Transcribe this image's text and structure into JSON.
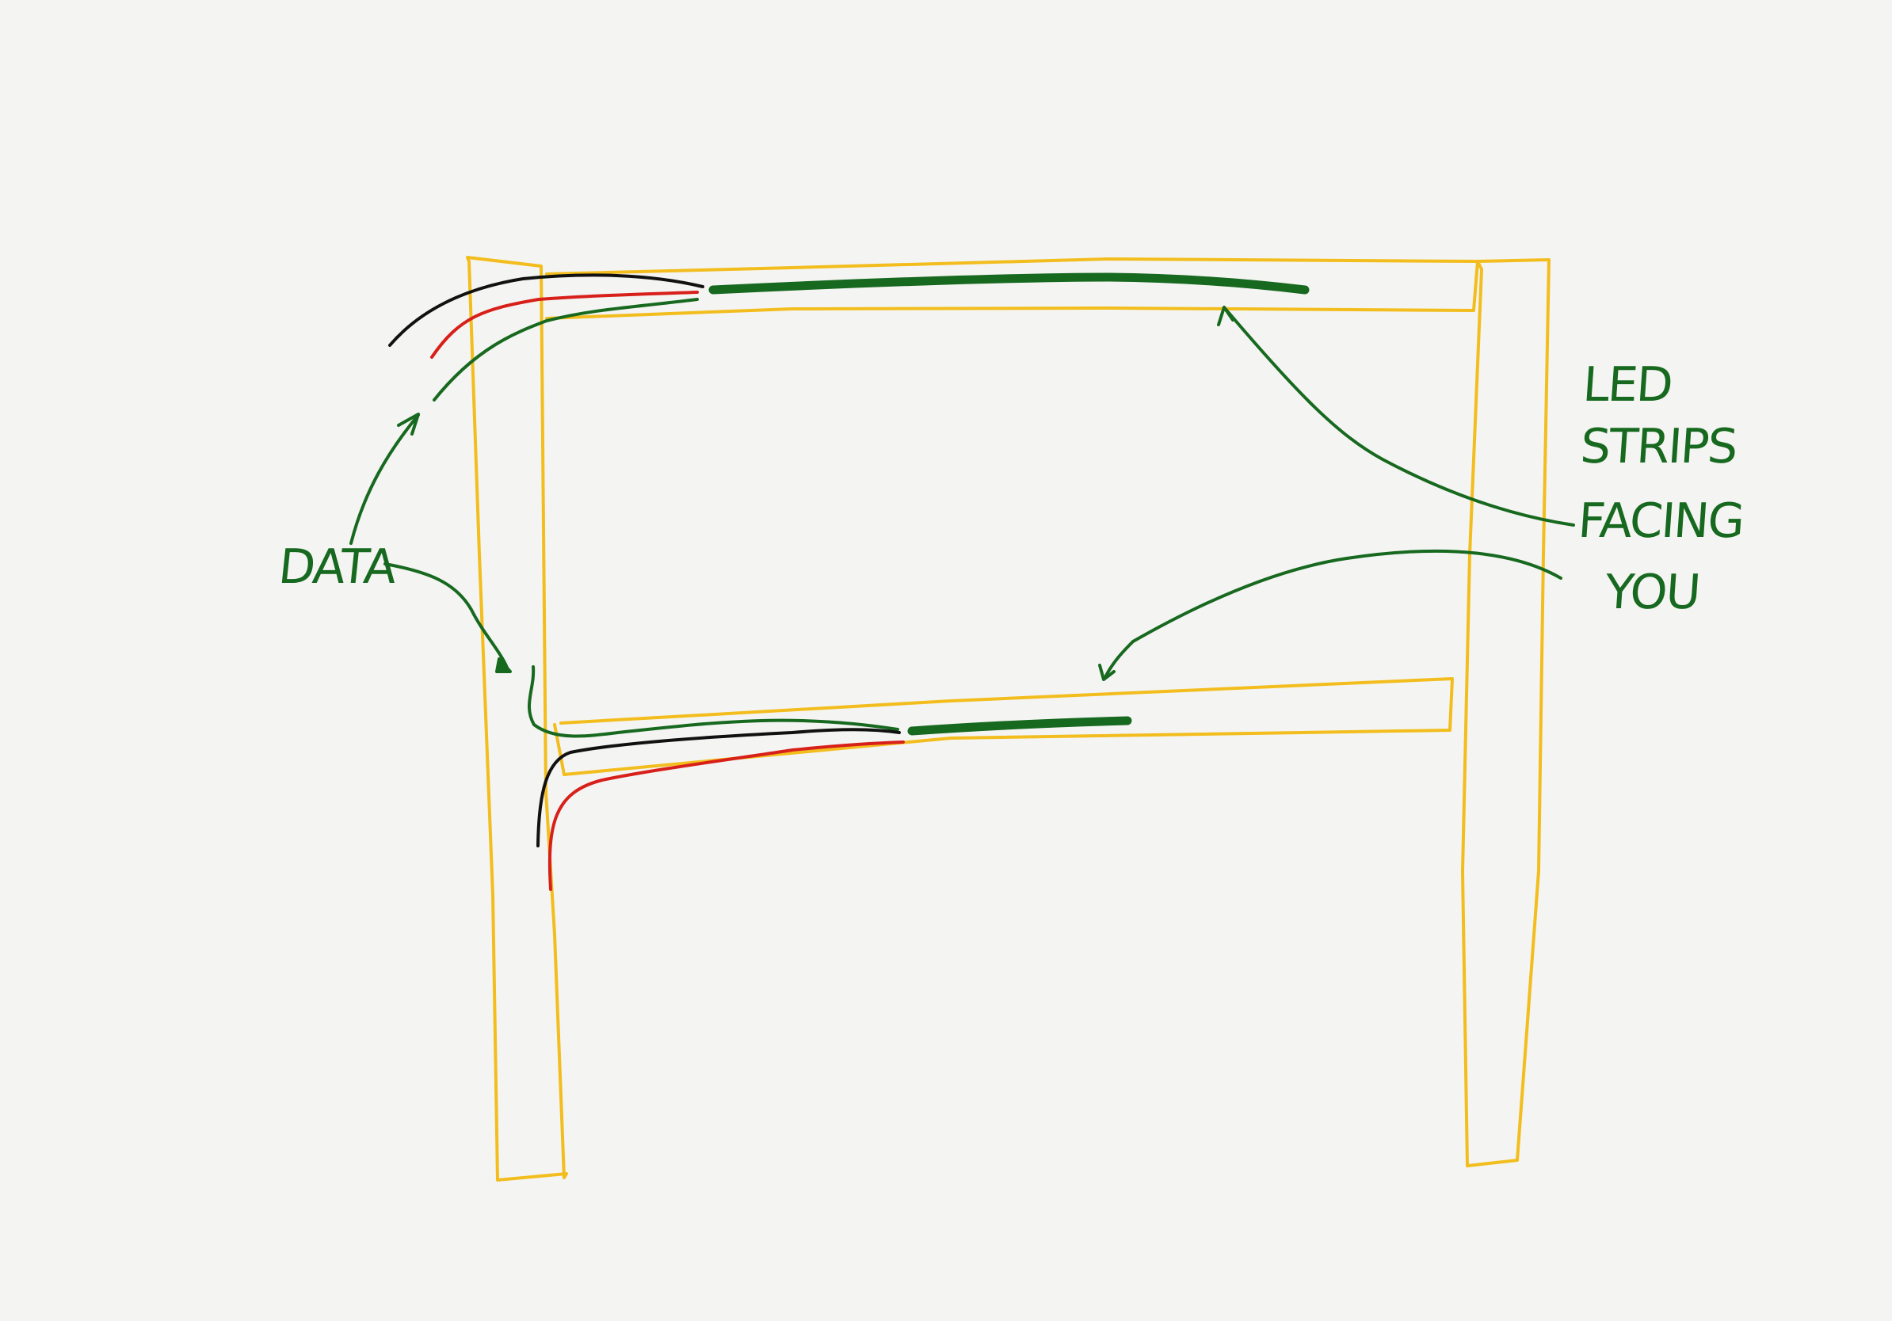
{
  "labels": {
    "data": "DATA",
    "led": "LED",
    "strips": "STRIPS",
    "facing": "FACING",
    "you": "YOU"
  },
  "colors": {
    "background": "#f4f4f2",
    "frame": "#f2bd1d",
    "led_strip": "#17691f",
    "annotation": "#17691f",
    "wire_black": "#111111",
    "wire_red": "#d8201a",
    "wire_green": "#17691f"
  }
}
